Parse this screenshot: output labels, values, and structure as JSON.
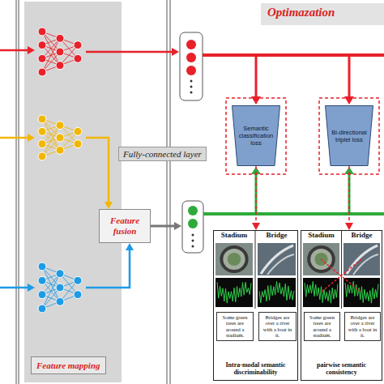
{
  "diagram": {
    "nodes": [
      {
        "text": [
          "Feature mapping"
        ]
      },
      {
        "text": [
          "Fully-connected layer"
        ]
      },
      {
        "text": [
          "Feature fusion"
        ]
      },
      {
        "text": [
          "Optimazation"
        ]
      },
      {
        "text": [
          "Semantic classification loss"
        ],
        "in": 3
      },
      {
        "text": [
          "Bi-directional triplet loss"
        ],
        "in": 3
      },
      {
        "text": [
          "Intra-modal semantic discriminability"
        ],
        "in": 3
      },
      {
        "text": [
          "Some green trees are around a stadium."
        ],
        "in": 6
      },
      {
        "text": [
          "Bridges are over a river with a boat in it."
        ],
        "in": 6
      },
      {
        "text": [
          "pairwise semantic consistency"
        ],
        "in": 3
      },
      {
        "text": [
          "Some green trees are around a stadium."
        ],
        "in": 9
      },
      {
        "text": [
          "Bridges are over a river with a boat in it."
        ],
        "in": 9
      }
    ],
    "edges": [
      {
        "from": 4,
        "to": 6,
        "arrow": "to"
      },
      {
        "from": 5,
        "to": 9,
        "arrow": "to"
      }
    ],
    "labels": [
      "Stadium",
      "Bridge",
      "Stadium",
      "Bridge"
    ]
  }
}
